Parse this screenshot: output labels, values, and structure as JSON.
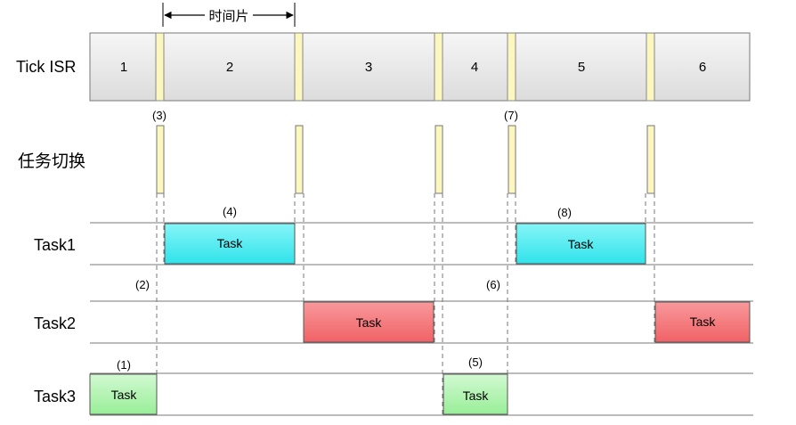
{
  "time_slice_label": "时间片",
  "row_labels": {
    "tick_isr": "Tick ISR",
    "task_switch": "任务切换",
    "task1": "Task1",
    "task2": "Task2",
    "task3": "Task3"
  },
  "tick_segments": [
    "1",
    "2",
    "3",
    "4",
    "5",
    "6"
  ],
  "task_label": "Task",
  "annotations": [
    "(1)",
    "(2)",
    "(3)",
    "(4)",
    "(5)",
    "(6)",
    "(7)",
    "(8)"
  ],
  "colors": {
    "tick_box": "#e9e9e9",
    "tick_marker": "#fbf7bf",
    "task1_fill": "#55eef2",
    "task2_fill": "#f77c7f",
    "task3_fill": "#b2f4b2",
    "border": "#555555"
  }
}
